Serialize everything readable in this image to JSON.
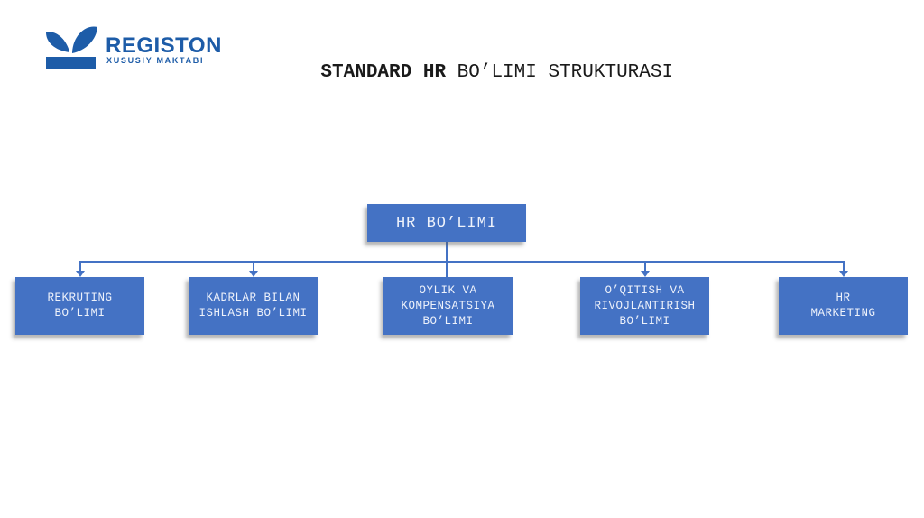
{
  "logo": {
    "brand": "REGISTON",
    "tagline": "XUSUSIY MAKTABI"
  },
  "title": {
    "bold": "STANDARD HR",
    "regular": " BO’LIMI STRUKTURASI"
  },
  "org_chart": {
    "root_label": "HR BO’LIMI",
    "children": [
      {
        "lines": [
          "REKRUTING",
          "BO’LIMI"
        ]
      },
      {
        "lines": [
          "KADRLAR BILAN",
          "ISHLASH BO’LIMI"
        ]
      },
      {
        "lines": [
          "OYLIK VA",
          "KOMPENSATSIYA",
          "BO’LIMI"
        ]
      },
      {
        "lines": [
          "O’QITISH VA",
          "RIVOJLANTIRISH",
          "BO’LIMI"
        ]
      },
      {
        "lines": [
          "HR",
          "MARKETING"
        ]
      }
    ]
  },
  "colors": {
    "box_fill": "#4472C4",
    "box_text": "#EEF2FB",
    "connector": "#4472C4",
    "logo_blue": "#1D5CA8",
    "title_text": "#1A1A1A",
    "background": "#FFFFFF"
  }
}
